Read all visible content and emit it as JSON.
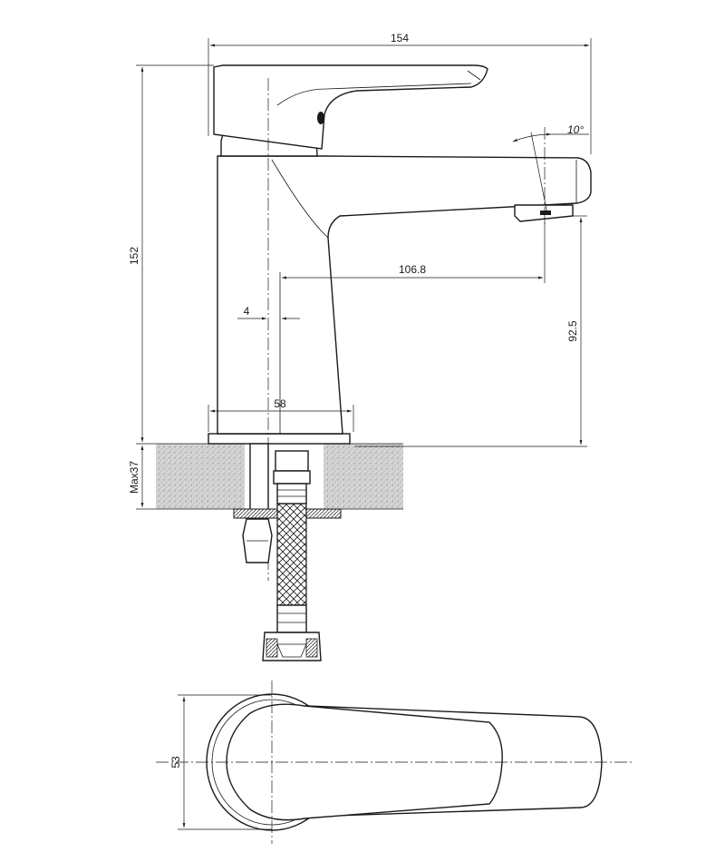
{
  "dimensions": {
    "overall_width": "154",
    "overall_height": "152",
    "spout_reach": "106.8",
    "spout_height": "92.5",
    "offset": "4",
    "base_width": "58",
    "max_counter_thickness": "Max37",
    "body_depth": "53",
    "spout_angle": "10°"
  },
  "colors": {
    "line": "#1a1a1a",
    "background": "#ffffff",
    "hatch": "#888888"
  }
}
